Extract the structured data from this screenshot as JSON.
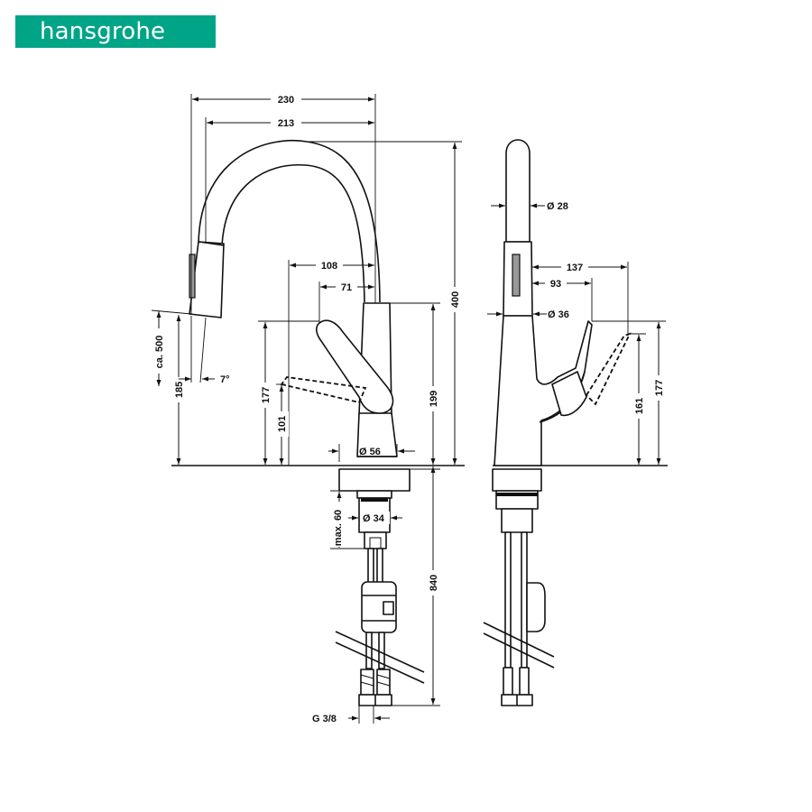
{
  "brand": {
    "logo_text": "hansgrohe",
    "logo_color": "#00a486"
  },
  "dimensions": {
    "front_width_overall": "230",
    "front_width_spout": "213",
    "height_total": "400",
    "height_spout_base": "199",
    "lever_reach": "108",
    "lever_reach_inner": "71",
    "pullout": "ca. 500",
    "outlet_height": "185",
    "spray_angle": "7°",
    "lever_height": "177",
    "lever_height_inner": "101",
    "base_diameter": "Ø 56",
    "thread_diameter": "Ø 34",
    "max_deck_thickness": "max. 60",
    "hose_length": "840",
    "connection_thread": "G 3/8",
    "side_spout_diameter": "Ø 28",
    "side_lever_reach": "137",
    "side_lever_reach_inner": "93",
    "side_body_diameter": "Ø 36",
    "side_lever_height": "177",
    "side_lever_height_inner": "161"
  }
}
